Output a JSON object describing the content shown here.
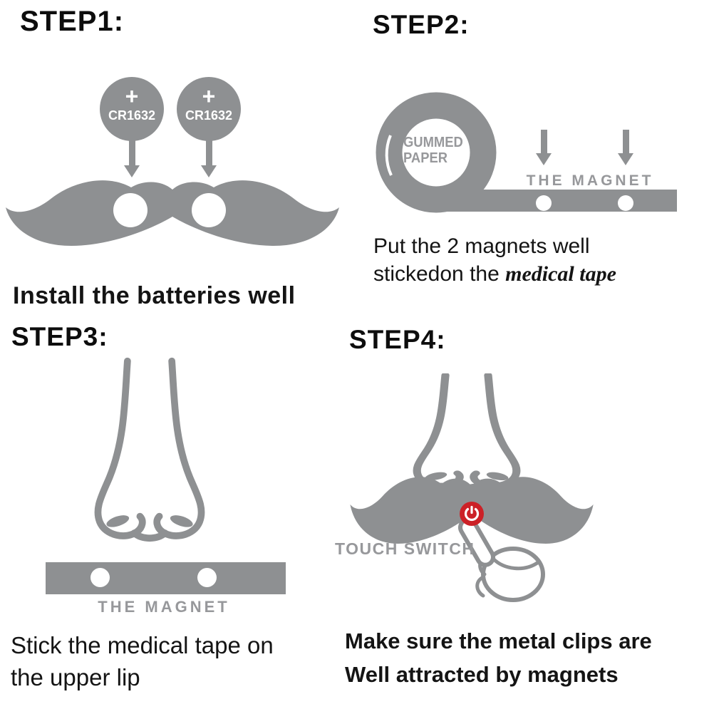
{
  "colors": {
    "background": "#ffffff",
    "shape_gray": "#8e9092",
    "label_gray": "#97989b",
    "accent_red": "#cc2127",
    "text": "#141414"
  },
  "icons": {
    "battery-icon": "gray circle cell battery",
    "arrow-down-icon": "solid gray down arrow",
    "mustache-icon": "handlebar mustache silhouette",
    "tape-roll-icon": "rolled gummed paper tape",
    "nose-icon": "line-art nose",
    "magnet-strip-icon": "gray tape strip with two magnet holes",
    "power-icon": "white power symbol in red circle",
    "pointing-hand-icon": "hand with extended index finger"
  },
  "step1": {
    "heading": "STEP1:",
    "caption": "Install the batteries well",
    "batteries": [
      {
        "plus": "+",
        "label": "CR1632"
      },
      {
        "plus": "+",
        "label": "CR1632"
      }
    ]
  },
  "step2": {
    "heading": "STEP2:",
    "roll_line1": "GUMMED",
    "roll_line2": "PAPER",
    "magnet_label": "THE MAGNET",
    "caption_line1": "Put the 2 magnets well",
    "caption_prefix": "stickedon the ",
    "caption_em": "medical tape"
  },
  "step3": {
    "heading": "STEP3:",
    "magnet_label": "THE MAGNET",
    "caption_line1": "Stick the medical tape on",
    "caption_line2": "the upper lip"
  },
  "step4": {
    "heading": "STEP4:",
    "switch_label": "TOUCH SWITCH",
    "caption_line1": "Make sure the metal clips are",
    "caption_line2": "Well attracted by magnets"
  }
}
